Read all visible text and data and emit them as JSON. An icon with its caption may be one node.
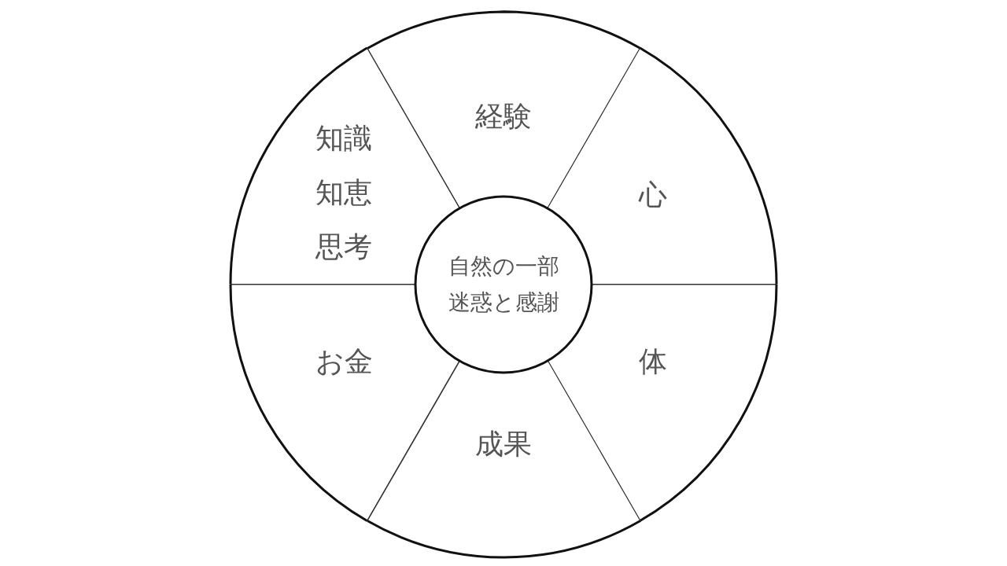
{
  "diagram": {
    "nodes": [
      {
        "text": [
          "経験"
        ]
      },
      {
        "text": [
          "知識",
          "知恵",
          "思考"
        ]
      },
      {
        "text": [
          "心"
        ]
      },
      {
        "text": [
          "自然の一部",
          "迷惑と感謝"
        ]
      },
      {
        "text": [
          "お金"
        ]
      },
      {
        "text": [
          "体"
        ]
      },
      {
        "text": [
          "成果"
        ]
      }
    ]
  }
}
